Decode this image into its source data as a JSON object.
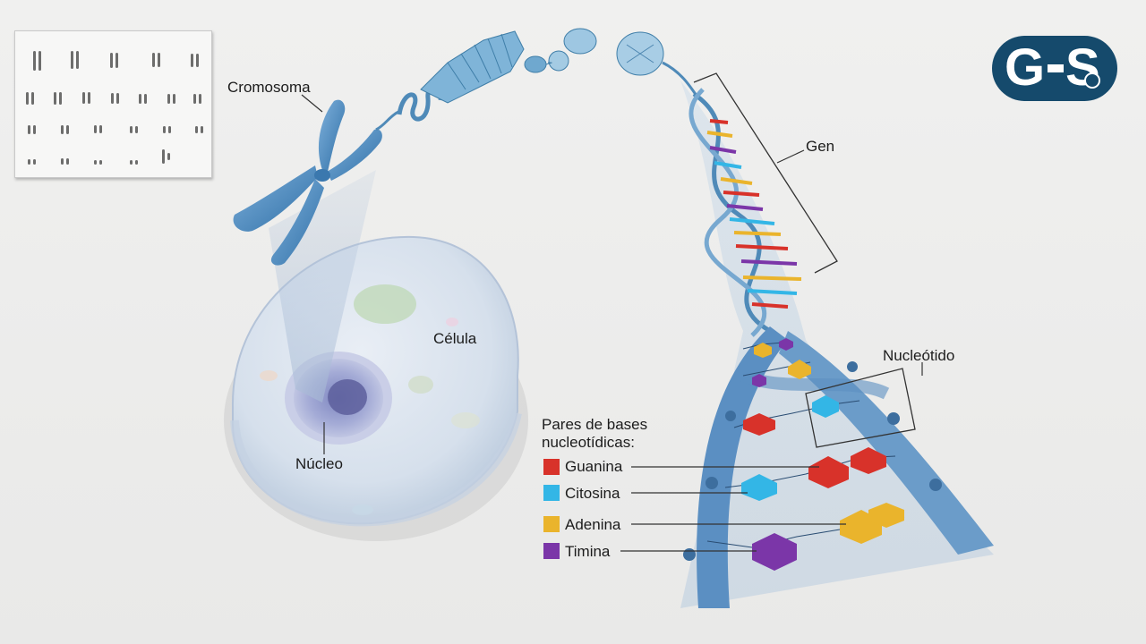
{
  "labels": {
    "cromosoma": "Cromosoma",
    "celula": "Célula",
    "nucleo": "Núcleo",
    "gen": "Gen",
    "nucleotido": "Nucleótido"
  },
  "legend": {
    "title_line1": "Pares de bases",
    "title_line2": "nucleotídicas:",
    "items": [
      {
        "label": "Guanina",
        "color": "#d8322a"
      },
      {
        "label": "Citosina",
        "color": "#33b6e6"
      },
      {
        "label": "Adenina",
        "color": "#eab42c"
      },
      {
        "label": "Timina",
        "color": "#7b36a8"
      }
    ]
  },
  "logo": {
    "left": "G",
    "right": "S",
    "color": "#154a6c"
  },
  "colors": {
    "dna_blue": "#5b8fc2",
    "cell": "#d8e1ee"
  }
}
